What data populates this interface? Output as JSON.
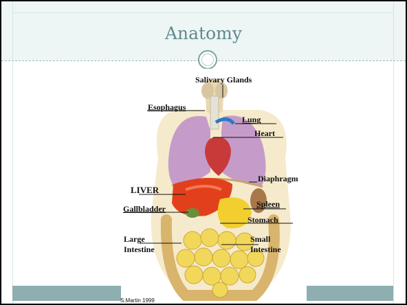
{
  "slide": {
    "title": "Anatomy",
    "accent_color": "#5f8b8e",
    "bar_color": "#8eaeb0"
  },
  "diagram": {
    "labels": {
      "salivary_glands": "Salivary Glands",
      "esophagus": "Esophagus",
      "lung": "Lung",
      "heart": "Heart",
      "diaphragm": "Diaphragm",
      "liver": "LIVER",
      "gallbladder": "Gallbladder",
      "spleen": "Spleen",
      "stomach": "Stomach",
      "large_intestine_1": "Large",
      "large_intestine_2": "Intestine",
      "small_intestine_1": "Small",
      "small_intestine_2": "Intestine"
    },
    "credit": "S.Martin 1999"
  }
}
